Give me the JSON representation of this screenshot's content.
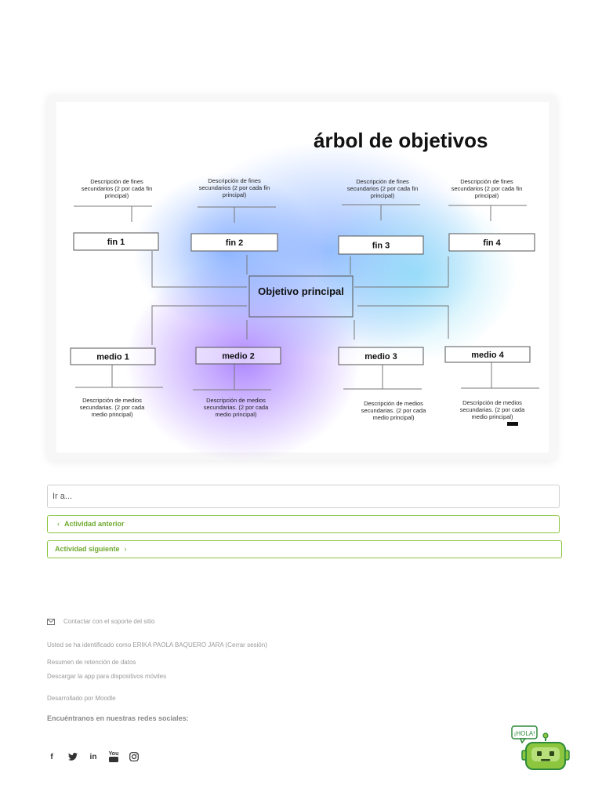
{
  "diagram": {
    "title": "árbol de objetivos",
    "central": "Objetivo principal",
    "fines": [
      {
        "label": "fin 1",
        "desc": [
          "Descripción de fines",
          "secundarios (2 por cada fin",
          "principal)"
        ]
      },
      {
        "label": "fin 2",
        "desc": [
          "Descripción de fines",
          "secundarios (2 por cada fin",
          "principal)"
        ]
      },
      {
        "label": "fin 3",
        "desc": [
          "Descripción de fines",
          "secundarios (2 por cada fin",
          "principal)"
        ]
      },
      {
        "label": "fin 4",
        "desc": [
          "Descripción de fines",
          "secundarios (2 por cada fin",
          "principal)"
        ]
      }
    ],
    "medios": [
      {
        "label": "medio 1",
        "desc": [
          "Descripción de medios",
          "secundarias. (2 por cada",
          "medio principal)"
        ]
      },
      {
        "label": "medio 2",
        "desc": [
          "Descripción de medios",
          "secundarias. (2 por cada",
          "medio principal)"
        ]
      },
      {
        "label": "medio 3",
        "desc": [
          "Descripción de medios",
          "secundarias. (2 por cada",
          "medio principal)"
        ]
      },
      {
        "label": "medio 4",
        "desc": [
          "Descripción de medios",
          "secundarias. (2 por cada",
          "medio principal)"
        ]
      }
    ]
  },
  "navigation": {
    "jump_placeholder": "Ir a...",
    "prev_label": "Actividad anterior",
    "next_label": "Actividad siguiente"
  },
  "footer": {
    "support_label": "Contactar con el soporte del sitio",
    "logged_in": "Usted se ha identificado como ERIKA PAOLA BAQUERO JARA (Cerrar sesión)",
    "retention": "Resumen de retención de datos",
    "app": "Descargar la app para dispositivos móviles",
    "powered": "Desarrollado por Moodle",
    "social_title": "Encuéntranos en nuestras redes sociales:",
    "socials": [
      "facebook-icon",
      "twitter-icon",
      "linkedin-icon",
      "youtube-icon",
      "instagram-icon"
    ],
    "youtube_text": "You",
    "linkedin_text": "in",
    "facebook_text": "f",
    "bot_greeting": "¡HOLA!"
  },
  "colors": {
    "accent": "#8cc63f",
    "accent_text": "#6ea92e"
  }
}
